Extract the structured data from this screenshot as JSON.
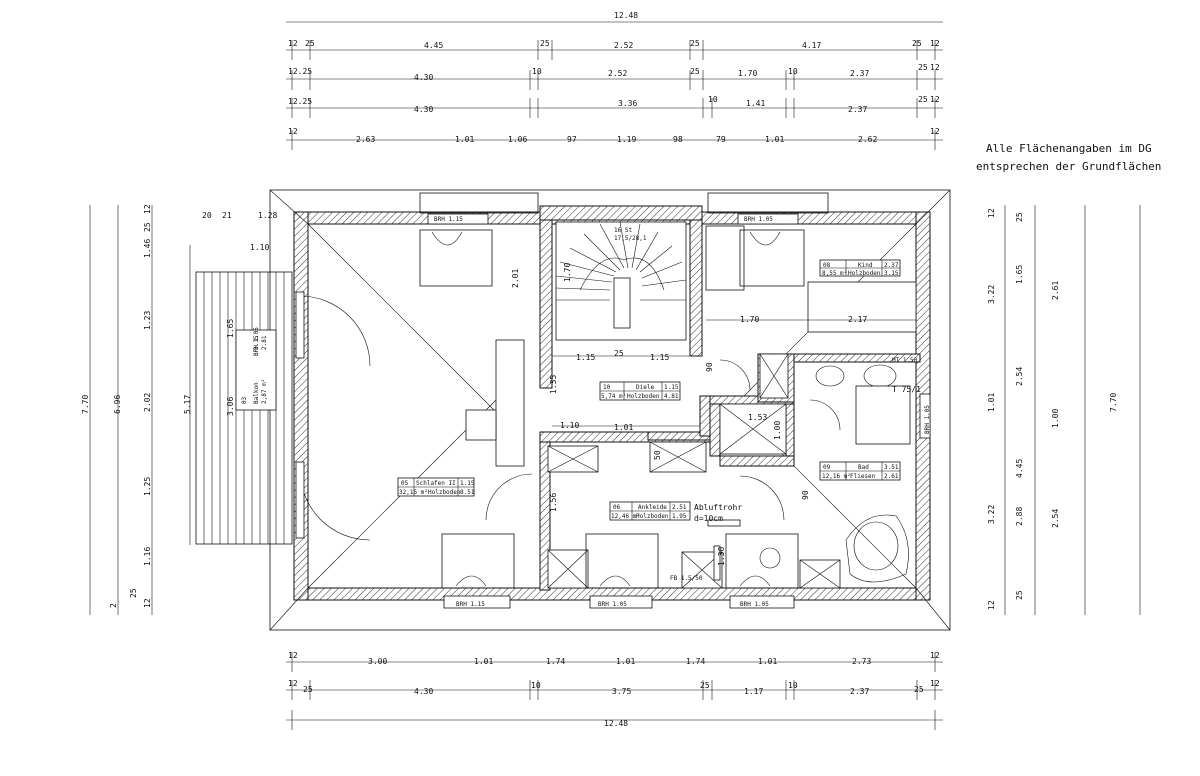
{
  "note": {
    "line1": "Alle Flächenangaben im DG",
    "line2": "entsprechen der Grundflächen"
  },
  "dims_top": {
    "overall": "12.48",
    "row1": [
      "12",
      "25",
      "4.45",
      "25",
      "2.52",
      "25",
      "4.17",
      "25",
      "12"
    ],
    "row2": [
      "12.25",
      "4.30",
      "10",
      "2.52",
      "25",
      "1.70",
      "10",
      "2.37",
      "25",
      "12"
    ],
    "row3": [
      "12.25",
      "4.30",
      "3.36",
      "10",
      "1.41",
      "2.37",
      "25",
      "12"
    ],
    "row4": [
      "12",
      "2.63",
      "1.01",
      "1.06",
      "97",
      "1.19",
      "98",
      "79",
      "1.01",
      "2.62",
      "12"
    ]
  },
  "dims_bottom": {
    "row1": [
      "12",
      "3.00",
      "1.01",
      "1.74",
      "1.01",
      "1.74",
      "1.01",
      "2.73",
      "12"
    ],
    "row2": [
      "12",
      "25",
      "4.30",
      "10",
      "3.75",
      "25",
      "1.17",
      "10",
      "2.37",
      "25",
      "12"
    ],
    "overall": "12.48"
  },
  "dims_left": {
    "outer1": "7.70",
    "outer2": "6.96",
    "segments": [
      "12",
      "25",
      "1.46",
      "1.23",
      "2.02",
      "1.25",
      "1.16",
      "25",
      "12",
      "2"
    ],
    "terrace_width": "5.17",
    "terrace_top": [
      "20",
      "21",
      "1.28",
      "1.10"
    ]
  },
  "dims_right": {
    "outer": "7.70",
    "segments": [
      "12",
      "25",
      "1.65",
      "3.22",
      "1.01",
      "4.45",
      "3.22",
      "25",
      "12"
    ],
    "col2": [
      "2.61",
      "2.54",
      "1.00",
      "2.88",
      "2.54"
    ]
  },
  "rooms": {
    "schlafen": {
      "code": "05",
      "name": "Schlafen II",
      "area": "32,15 m²",
      "floor": "Holzboden",
      "fig": "8.51",
      "usable": "1.15"
    },
    "diele": {
      "code": "10",
      "name": "Diele",
      "area": "5,74 m²",
      "floor": "Holzboden",
      "usable": "4.81",
      "fig": "1.15"
    },
    "kind": {
      "code": "08",
      "name": "Kind",
      "area": "8,55 m²",
      "floor": "Holzboden",
      "fig": "2.37",
      "usable": "3.15"
    },
    "bad": {
      "code": "09",
      "name": "Bad",
      "area": "12,16 m²",
      "floor": "Fliesen",
      "fig": "3.51",
      "usable": "2.61"
    },
    "ankleide": {
      "code": "06",
      "name": "Ankleide",
      "area": "12,46 m²",
      "floor": "Holzboden",
      "fig": "2.51",
      "usable": "1.95"
    },
    "terrace": {
      "code": "03",
      "name": "Balkon",
      "area": "2,87 m²",
      "fig": "3.15",
      "usable": "2.81"
    }
  },
  "windows": {
    "w1": "BRH 1.15",
    "w2": "BRH 1.05",
    "w3": "BRH 1.15",
    "w4": "BRH 1.05",
    "w5": "BRH 1.05",
    "w6": "BRH 1.05",
    "w7": "BRH 1.05"
  },
  "labels": {
    "stair": "16 St",
    "stair_size": "17,5/28,1",
    "abluft1": "Abluftrohr",
    "abluft2": "d=10cm",
    "fb": "FB 1.5/50",
    "tv": "T 75/1",
    "mt": "MT 1.50",
    "dim_115a": "1.15",
    "dim_25": "25",
    "dim_115b": "1.15",
    "dim_110": "1.10",
    "dim_101": "1.01",
    "dim_153": "1.53",
    "dim_100": "1.00",
    "dim_90a": "90",
    "dim_90b": "90",
    "dim_170": "1.70",
    "dim_217": "2.17",
    "dim_201": "2.01",
    "dim_130": "1.30",
    "dim_156": "1.56",
    "dim_135": "1.35",
    "dim_50": "50",
    "dim_h1": "1.65",
    "dim_h2": "3.06",
    "dim_h3": "1.70"
  }
}
